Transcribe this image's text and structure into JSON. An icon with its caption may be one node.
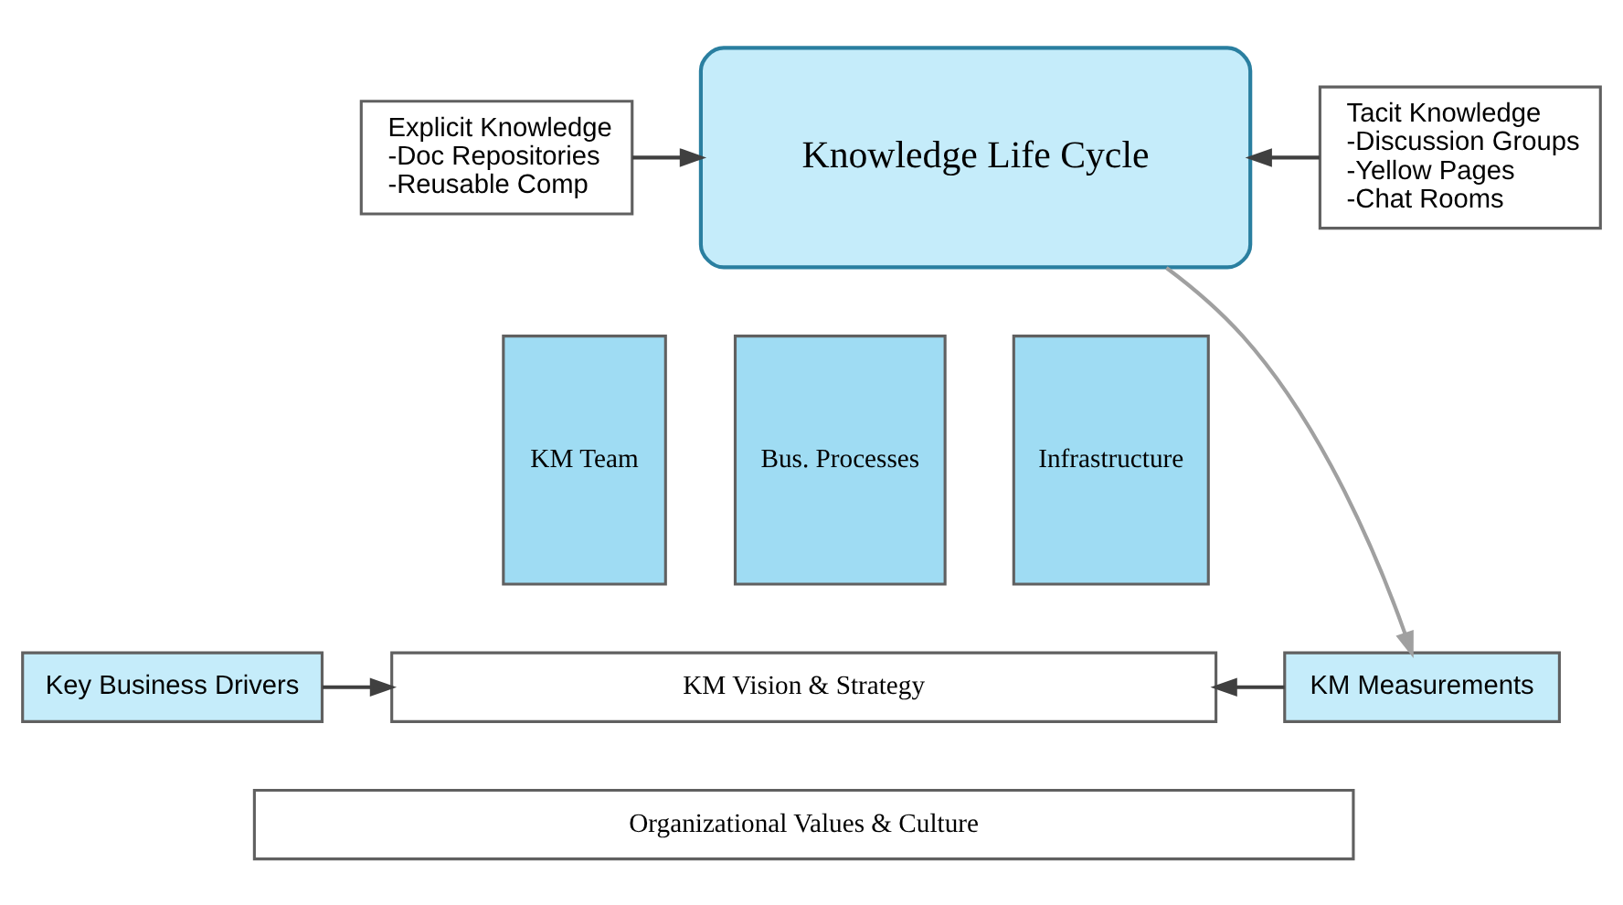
{
  "diagram": {
    "nodes": [
      {
        "text": [
          "Explicit Knowledge",
          "-Doc Repositories",
          "-Reusable Comp"
        ]
      },
      {
        "text": [
          "Knowledge Life Cycle"
        ]
      },
      {
        "text": [
          "Tacit Knowledge",
          "-Discussion Groups",
          "-Yellow Pages",
          "-Chat Rooms"
        ]
      },
      {
        "text": [
          "KM Team"
        ]
      },
      {
        "text": [
          "Bus. Processes"
        ]
      },
      {
        "text": [
          "Infrastructure"
        ]
      },
      {
        "text": [
          "KM Measurements"
        ]
      },
      {
        "text": [
          "Key Business Drivers"
        ]
      },
      {
        "text": [
          "KM Vision & Strategy"
        ]
      },
      {
        "text": [
          "Organizational Values & Culture"
        ]
      }
    ],
    "edges": [
      {
        "from": 0,
        "to": 1,
        "arrow": "to"
      },
      {
        "from": 2,
        "to": 1,
        "arrow": "to"
      },
      {
        "from": 1,
        "to": 6,
        "arrow": "to",
        "color": "#a0a0a0"
      },
      {
        "from": 7,
        "to": 8,
        "arrow": "to"
      },
      {
        "from": 6,
        "to": 8,
        "arrow": "to"
      }
    ]
  }
}
